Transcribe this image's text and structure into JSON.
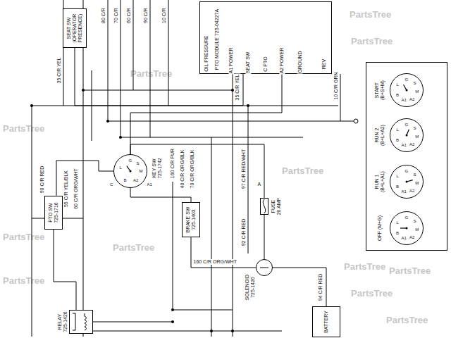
{
  "diagram": {
    "nodes": [
      {
        "text": [
          "SEAT SW (OPERATOR PRESENCE)"
        ]
      },
      {
        "text": [
          "OIL PRESSURE",
          "PTO MODULE 725-04227A",
          "A1 POWER",
          "SEAT SW",
          "C PTO",
          "A2 POWER",
          "GROUND",
          "REV"
        ]
      },
      {
        "text": [
          "KEY SW 725-1742",
          "G",
          "S",
          "M",
          "A2",
          "B",
          "L",
          "A1",
          "C"
        ]
      },
      {
        "text": [
          "PTO SW 725-1716"
        ]
      },
      {
        "text": [
          "BRAKE SW 725-1403"
        ]
      },
      {
        "text": [
          "FUSE 20 AMP"
        ]
      },
      {
        "text": [
          "SOLENOID 725-1426"
        ]
      },
      {
        "text": [
          "RELAY 725-1426"
        ]
      },
      {
        "text": [
          "BATTERY"
        ]
      },
      {
        "text": [
          "START (B+S+M)",
          "G",
          "S",
          "M",
          "A2",
          "A1",
          "B",
          "L"
        ]
      },
      {
        "text": [
          "RUN 2 (B+L+A2)",
          "G",
          "S",
          "M",
          "A2",
          "A1",
          "B",
          "L"
        ]
      },
      {
        "text": [
          "RUN 1 (B+L+A1)",
          "G",
          "S",
          "M",
          "A2",
          "A1",
          "B",
          "L"
        ]
      },
      {
        "text": [
          "OFF (M+G)",
          "G",
          "S",
          "M",
          "A2",
          "A1",
          "B",
          "L"
        ]
      }
    ],
    "edges": [
      {
        "from": 0,
        "to": 1,
        "arrow": "none"
      },
      {
        "from": 2,
        "to": 1,
        "arrow": "none"
      },
      {
        "from": 2,
        "to": 3,
        "arrow": "none"
      },
      {
        "from": 2,
        "to": 4,
        "arrow": "none"
      },
      {
        "from": 2,
        "to": 5,
        "arrow": "none"
      },
      {
        "from": 5,
        "to": 6,
        "arrow": "none"
      },
      {
        "from": 6,
        "to": 8,
        "arrow": "none"
      },
      {
        "from": 4,
        "to": 6,
        "arrow": "none"
      },
      {
        "from": 3,
        "to": 7,
        "arrow": "none"
      }
    ],
    "labels": [
      "80 C/R",
      "70 C/R",
      "60 C/R",
      "90 C/R",
      "10 C/R",
      "35 C/R YEL",
      "35 C/R YEL",
      "10 C/R GRN",
      "90 C/R RED",
      "55 C/R YEL/BLK",
      "60 C/R ORG/WHT",
      "160 C/R PUR",
      "40 C/R ORG/BLK",
      "70 C/R ORG/BLK",
      "97 C/R RED/WHT",
      "92 C/R RED",
      "160 C/R ORG/WHT",
      "94 C/R RED",
      "A",
      "PartsTree",
      "PartsTree",
      "PartsTree",
      "PartsTree",
      "PartsTree",
      "PartsTree",
      "PartsTree",
      "PartsTree",
      "PartsTree",
      "PartsTree",
      "PartsTree",
      "PartsTree"
    ]
  }
}
